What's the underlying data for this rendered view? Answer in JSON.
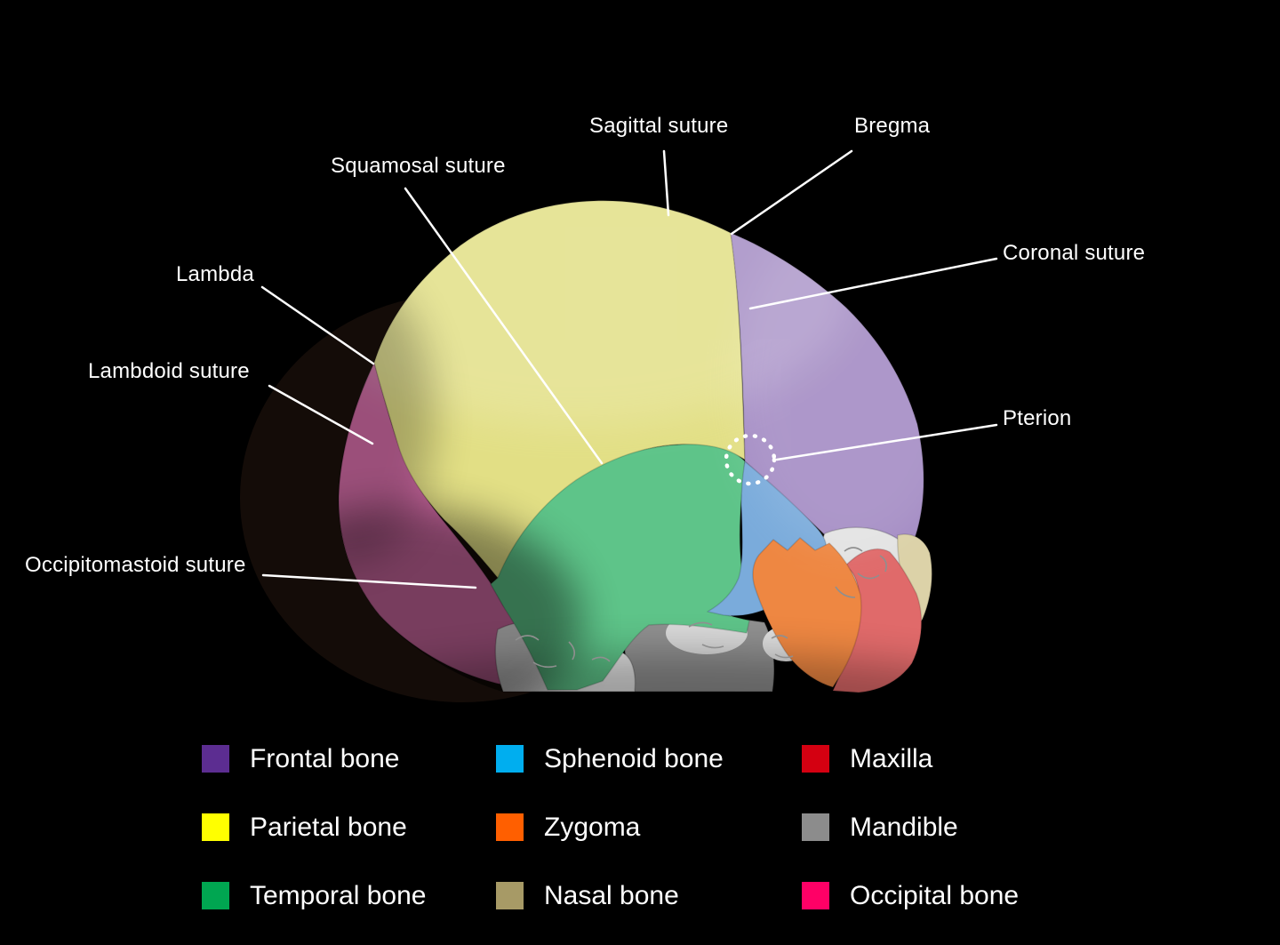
{
  "figure": {
    "background": "#000000",
    "description": "Lateral 3D CT skull render with color-coded cranial bones and labeled sutures",
    "annotations": {
      "sagittal_suture": "Sagittal suture",
      "bregma": "Bregma",
      "squamosal_suture": "Squamosal suture",
      "coronal_suture": "Coronal suture",
      "lambda": "Lambda",
      "lambdoid_suture": "Lambdoid suture",
      "occipitomastoid_suture": "Occipitomastoid suture",
      "pterion": "Pterion"
    },
    "line_color": "#ffffff",
    "marker_color": "#ffffff",
    "bone_colors": {
      "occipital": "#cf6aa3",
      "parietal": "#e2df85",
      "frontal": "#a48cc4",
      "temporal": "#5ec489",
      "sphenoid": "#7aabdb",
      "zygoma": "#ee8742",
      "maxilla": "#e06a6a",
      "nasal": "#dcd2a8",
      "mandible": "#909090",
      "uncolored_bone": "#e3e3e3"
    }
  },
  "legend": {
    "columns": [
      {
        "items": [
          {
            "label": "Frontal bone",
            "color": "#5c2d91"
          },
          {
            "label": "Parietal bone",
            "color": "#ffff00"
          },
          {
            "label": "Temporal bone",
            "color": "#00a651"
          }
        ]
      },
      {
        "items": [
          {
            "label": "Sphenoid bone",
            "color": "#00aeef"
          },
          {
            "label": "Zygoma",
            "color": "#ff5f00"
          },
          {
            "label": "Nasal bone",
            "color": "#a79a66"
          }
        ]
      },
      {
        "items": [
          {
            "label": "Maxilla",
            "color": "#d40011"
          },
          {
            "label": "Mandible",
            "color": "#8c8c8c"
          },
          {
            "label": "Occipital bone",
            "color": "#ff0066"
          }
        ]
      }
    ]
  }
}
